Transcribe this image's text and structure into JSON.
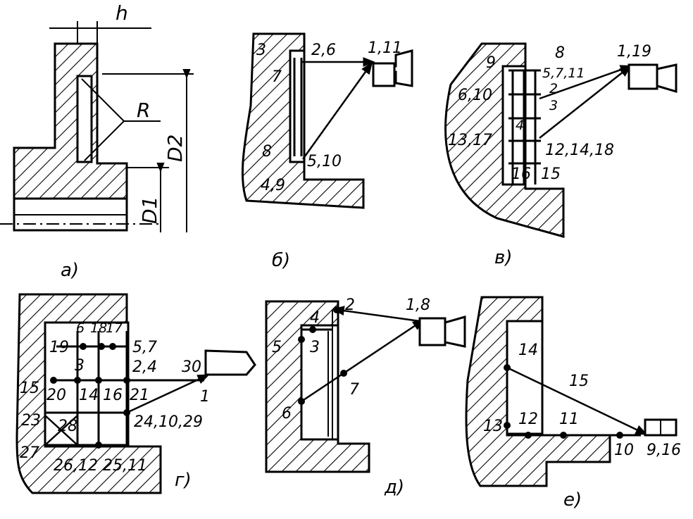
{
  "captions": {
    "a": "а)",
    "b": "б)",
    "v": "в)",
    "g": "г)",
    "d": "д)",
    "e": "е)"
  },
  "figure_a": {
    "h": "h",
    "R": "R",
    "D2": "D2",
    "D1": "D1"
  },
  "figure_b": {
    "labels": [
      "3",
      "2,6",
      "1,11",
      "7",
      "8",
      "5,10",
      "4,9"
    ]
  },
  "figure_v": {
    "labels": [
      "9",
      "8",
      "1,19",
      "5,7,11",
      "6,10",
      "2",
      "3",
      "4",
      "13,17",
      "12,14,18",
      "16",
      "15"
    ]
  },
  "figure_g": {
    "labels": [
      "6",
      "18",
      "17",
      "5,7",
      "19",
      "3",
      "2,4",
      "30",
      "15",
      "20",
      "14",
      "16",
      "21",
      "1",
      "23",
      "28",
      "24,10,29",
      "27",
      "26,12",
      "25,11"
    ]
  },
  "figure_d": {
    "labels": [
      "4",
      "2",
      "1,8",
      "5",
      "3",
      "7",
      "6"
    ]
  },
  "figure_e": {
    "labels": [
      "14",
      "15",
      "13",
      "12",
      "11",
      "10",
      "9,16"
    ]
  }
}
